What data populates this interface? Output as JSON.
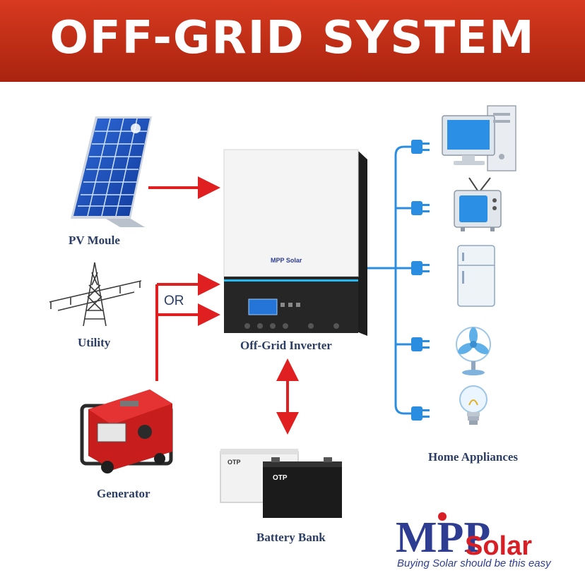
{
  "banner": {
    "title": "OFF-GRID SYSTEM"
  },
  "sources": {
    "pv_label": "PV Moule",
    "utility_label": "Utility",
    "generator_label": "Generator",
    "or_label": "OR"
  },
  "inverter": {
    "label": "Off-Grid Inverter",
    "logo_text": "MPP Solar"
  },
  "battery": {
    "label": "Battery Bank",
    "brand_text": "OTP"
  },
  "appliances": {
    "label": "Home Appliances",
    "items": [
      "computer-icon",
      "tv-icon",
      "fridge-icon",
      "fan-icon",
      "bulb-icon"
    ]
  },
  "brand": {
    "logo_main": "MPP",
    "logo_sub": "Solar",
    "tagline": "Buying Solar should be this easy"
  },
  "colors": {
    "banner": "#c22e16",
    "arrow_red": "#e02020",
    "wire_blue": "#2a8de0",
    "label_navy": "#2c3e66",
    "brand_blue": "#2e3d92",
    "brand_red": "#d81f26"
  }
}
